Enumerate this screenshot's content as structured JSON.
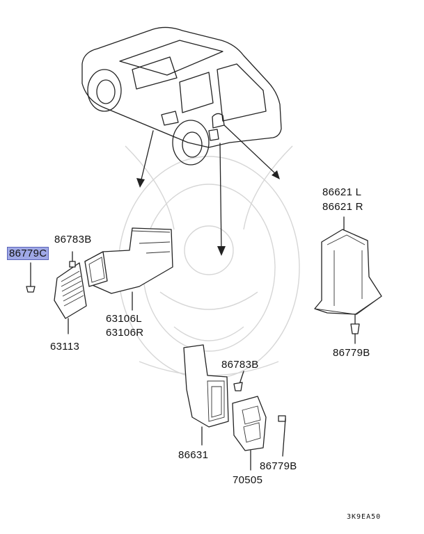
{
  "labels": {
    "p86779C": "86779C",
    "p86783B_left": "86783B",
    "p63113": "63113",
    "p63106L": "63106L",
    "p63106R": "63106R",
    "p86621L": "86621 L",
    "p86621R": "86621 R",
    "p86779B_right": "86779B",
    "p86783B_center": "86783B",
    "p86631": "86631",
    "p70505": "70505",
    "p86779B_bottom": "86779B"
  },
  "diagram_code": "3K9EA50",
  "colors": {
    "highlight": "#9fa8e6",
    "line": "#222222",
    "watermark": "#d6d6d6"
  }
}
